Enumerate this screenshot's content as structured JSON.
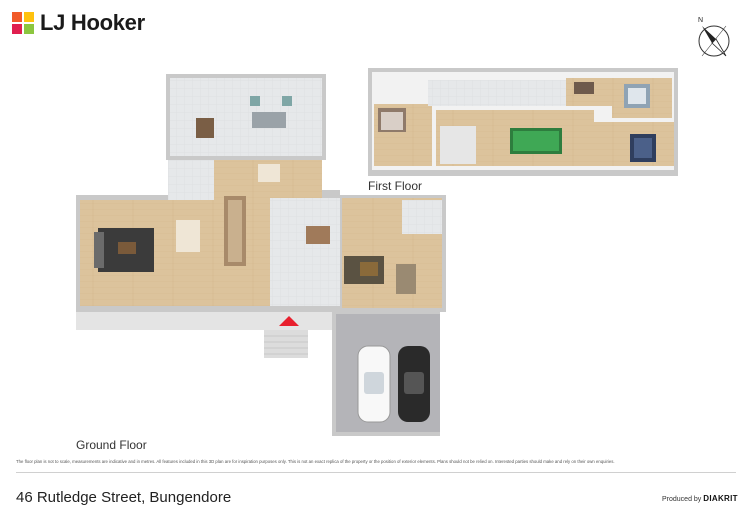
{
  "brand": {
    "name": "LJ Hooker",
    "colors": [
      "#f15a29",
      "#ffc20e",
      "#e01f4f",
      "#8cc63f"
    ]
  },
  "compass": {
    "north_label": "N"
  },
  "floors": {
    "first": {
      "label": "First Floor"
    },
    "ground": {
      "label": "Ground Floor"
    }
  },
  "disclaimer": "The floor plan is not to scale, measurements are indicative and in metres. All features included in this 3D plan are for inspiration purposes only. This is not an exact replica of the property or the position of exterior elements. Plans should not be relied on. Interested parties should make and rely on their own enquiries.",
  "address": "46 Rutledge Street, Bungendore",
  "footer": {
    "produced_by": "Produced by",
    "producer": "DIAKRIT"
  },
  "colors": {
    "wood_floor": "#dcc39c",
    "tile_floor": "#e6e8ea",
    "wall": "#f2f2f2",
    "wall_side": "#c9c9c9",
    "garage_floor": "#b4b4b8",
    "entry_marker": "#e8202e"
  }
}
